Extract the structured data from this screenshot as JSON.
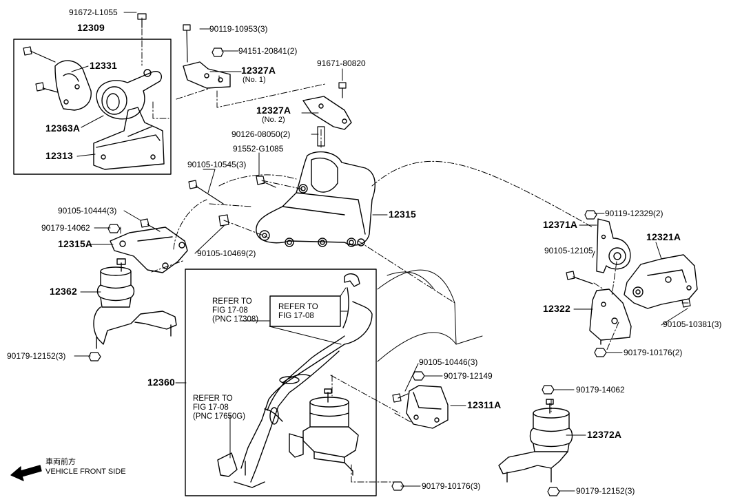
{
  "labels": {
    "p12309": "12309",
    "p12331": "12331",
    "p12363A": "12363A",
    "p12313": "12313",
    "p91672": "91672-L1055",
    "p90119_10953": "90119-10953(3)",
    "p94151": "94151-20841(2)",
    "p12327A_1": "12327A",
    "p12327A_1_sub": "(No. 1)",
    "p91671": "91671-80820",
    "p12327A_2": "12327A",
    "p12327A_2_sub": "(No. 2)",
    "p90126": "90126-08050(2)",
    "p91552": "91552-G1085",
    "p90105_10545": "90105-10545(3)",
    "p12315": "12315",
    "p90105_10444": "90105-10444(3)",
    "p90179_14062a": "90179-14062",
    "p12315A": "12315A",
    "p90105_10469": "90105-10469(2)",
    "p12362": "12362",
    "p90179_12152a": "90179-12152(3)",
    "p12360": "12360",
    "ref1": "REFER TO\nFIG 17-08\n(PNC 17308)",
    "ref2": "REFER TO\nFIG 17-08",
    "ref3": "REFER TO\nFIG 17-08\n(PNC 17650G)",
    "p90119_12329": "90119-12329(2)",
    "p12371A": "12371A",
    "p12321A": "12321A",
    "p90105_12105": "90105-12105",
    "p12322": "12322",
    "p90105_10381": "90105-10381(3)",
    "p90179_10176_2": "90179-10176(2)",
    "p90105_10446": "90105-10446(3)",
    "p90179_12149": "90179-12149",
    "p12311A": "12311A",
    "p90179_14062b": "90179-14062",
    "p12372A": "12372A",
    "p90179_10176_3": "90179-10176(3)",
    "p90179_12152b": "90179-12152(3)",
    "front_jp": "車両前方",
    "front_en": "VEHICLE FRONT SIDE"
  },
  "icons": [
    "bolt-icon",
    "nut-icon",
    "front-arrow-icon"
  ]
}
